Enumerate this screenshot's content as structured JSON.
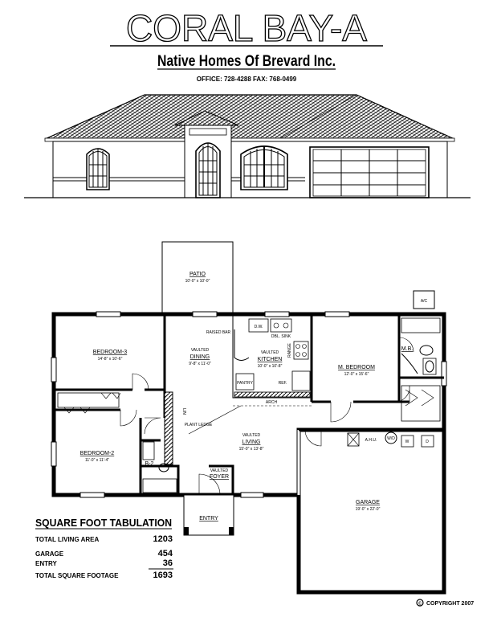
{
  "header": {
    "title": "CORAL BAY-A",
    "builder": "Native Homes Of Brevard Inc.",
    "contact": "OFFICE:  728-4288   FAX:  768-0499"
  },
  "rooms": {
    "patio": {
      "name": "PATIO",
      "dims": "10'-0\" x 10'-0\""
    },
    "bedroom3": {
      "name": "BEDROOM-3",
      "dims": "14'-8\" x 10'-6\""
    },
    "dining": {
      "name": "DINING",
      "dims": "9'-8\" x 11'-0\""
    },
    "kitchen": {
      "name": "KITCHEN",
      "dims": "10'-0\" x 10'-8\""
    },
    "mbedroom": {
      "name": "M. BEDROOM",
      "dims": "12'-0\" x 15'-6\""
    },
    "bedroom2": {
      "name": "BEDROOM-2",
      "dims": "11'-0\" x 11'-4\""
    },
    "living": {
      "name": "LIVING",
      "dims": "15'-0\" x 13'-8\""
    },
    "foyer": {
      "name": "FOYER"
    },
    "entry": {
      "name": "ENTRY"
    },
    "garage": {
      "name": "GARAGE",
      "dims": "19'-0\" x 22'-0\""
    },
    "mb": {
      "name": "M.B."
    },
    "b2": {
      "name": "B-2"
    }
  },
  "plan_labels": {
    "ac": "A/C",
    "raised_bar": "RAISED BAR",
    "db": "D.W.",
    "dbl_sink": "DBL. SINK",
    "range": "RANGE",
    "ref": "REF.",
    "pantry": "PANTRY",
    "arch": "ARCH",
    "plant_ledge": "PLANT LEDGE",
    "ahu": "A.H.U.",
    "wd": "W/D",
    "w": "W",
    "d": "D",
    "lin": "LIN",
    "vaulted": "VAULTED"
  },
  "tabulation": {
    "title": "SQUARE FOOT TABULATION",
    "rows": [
      {
        "label": "TOTAL LIVING AREA",
        "value": "1203"
      },
      {
        "label": "GARAGE",
        "value": "454"
      },
      {
        "label": "ENTRY",
        "value": "36"
      },
      {
        "label": "TOTAL SQUARE FOOTAGE",
        "value": "1693"
      }
    ]
  },
  "copyright": "COPYRIGHT 2007"
}
